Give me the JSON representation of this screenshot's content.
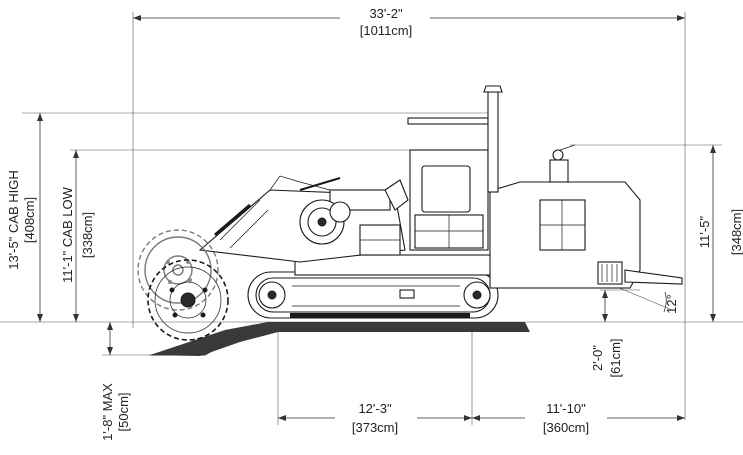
{
  "dimensions": {
    "overall_length": {
      "imperial": "33'-2\"",
      "metric": "[1011cm]"
    },
    "cab_high": {
      "imperial": "13'-5\" CAB HIGH",
      "metric": "[408cm]"
    },
    "cab_low": {
      "imperial": "11'-1\" CAB LOW",
      "metric": "[338cm]"
    },
    "rear_height": {
      "imperial": "11'-5\"",
      "metric": "[348cm]"
    },
    "depth_max": {
      "imperial": "1'-8\" MAX",
      "metric": "[50cm]"
    },
    "track_length": {
      "imperial": "12'-3\"",
      "metric": "[373cm]"
    },
    "rear_length": {
      "imperial": "11'-10\"",
      "metric": "[360cm]"
    },
    "clearance": {
      "imperial": "2'-0\"",
      "metric": "[61cm]"
    },
    "departure_angle": "12°"
  }
}
